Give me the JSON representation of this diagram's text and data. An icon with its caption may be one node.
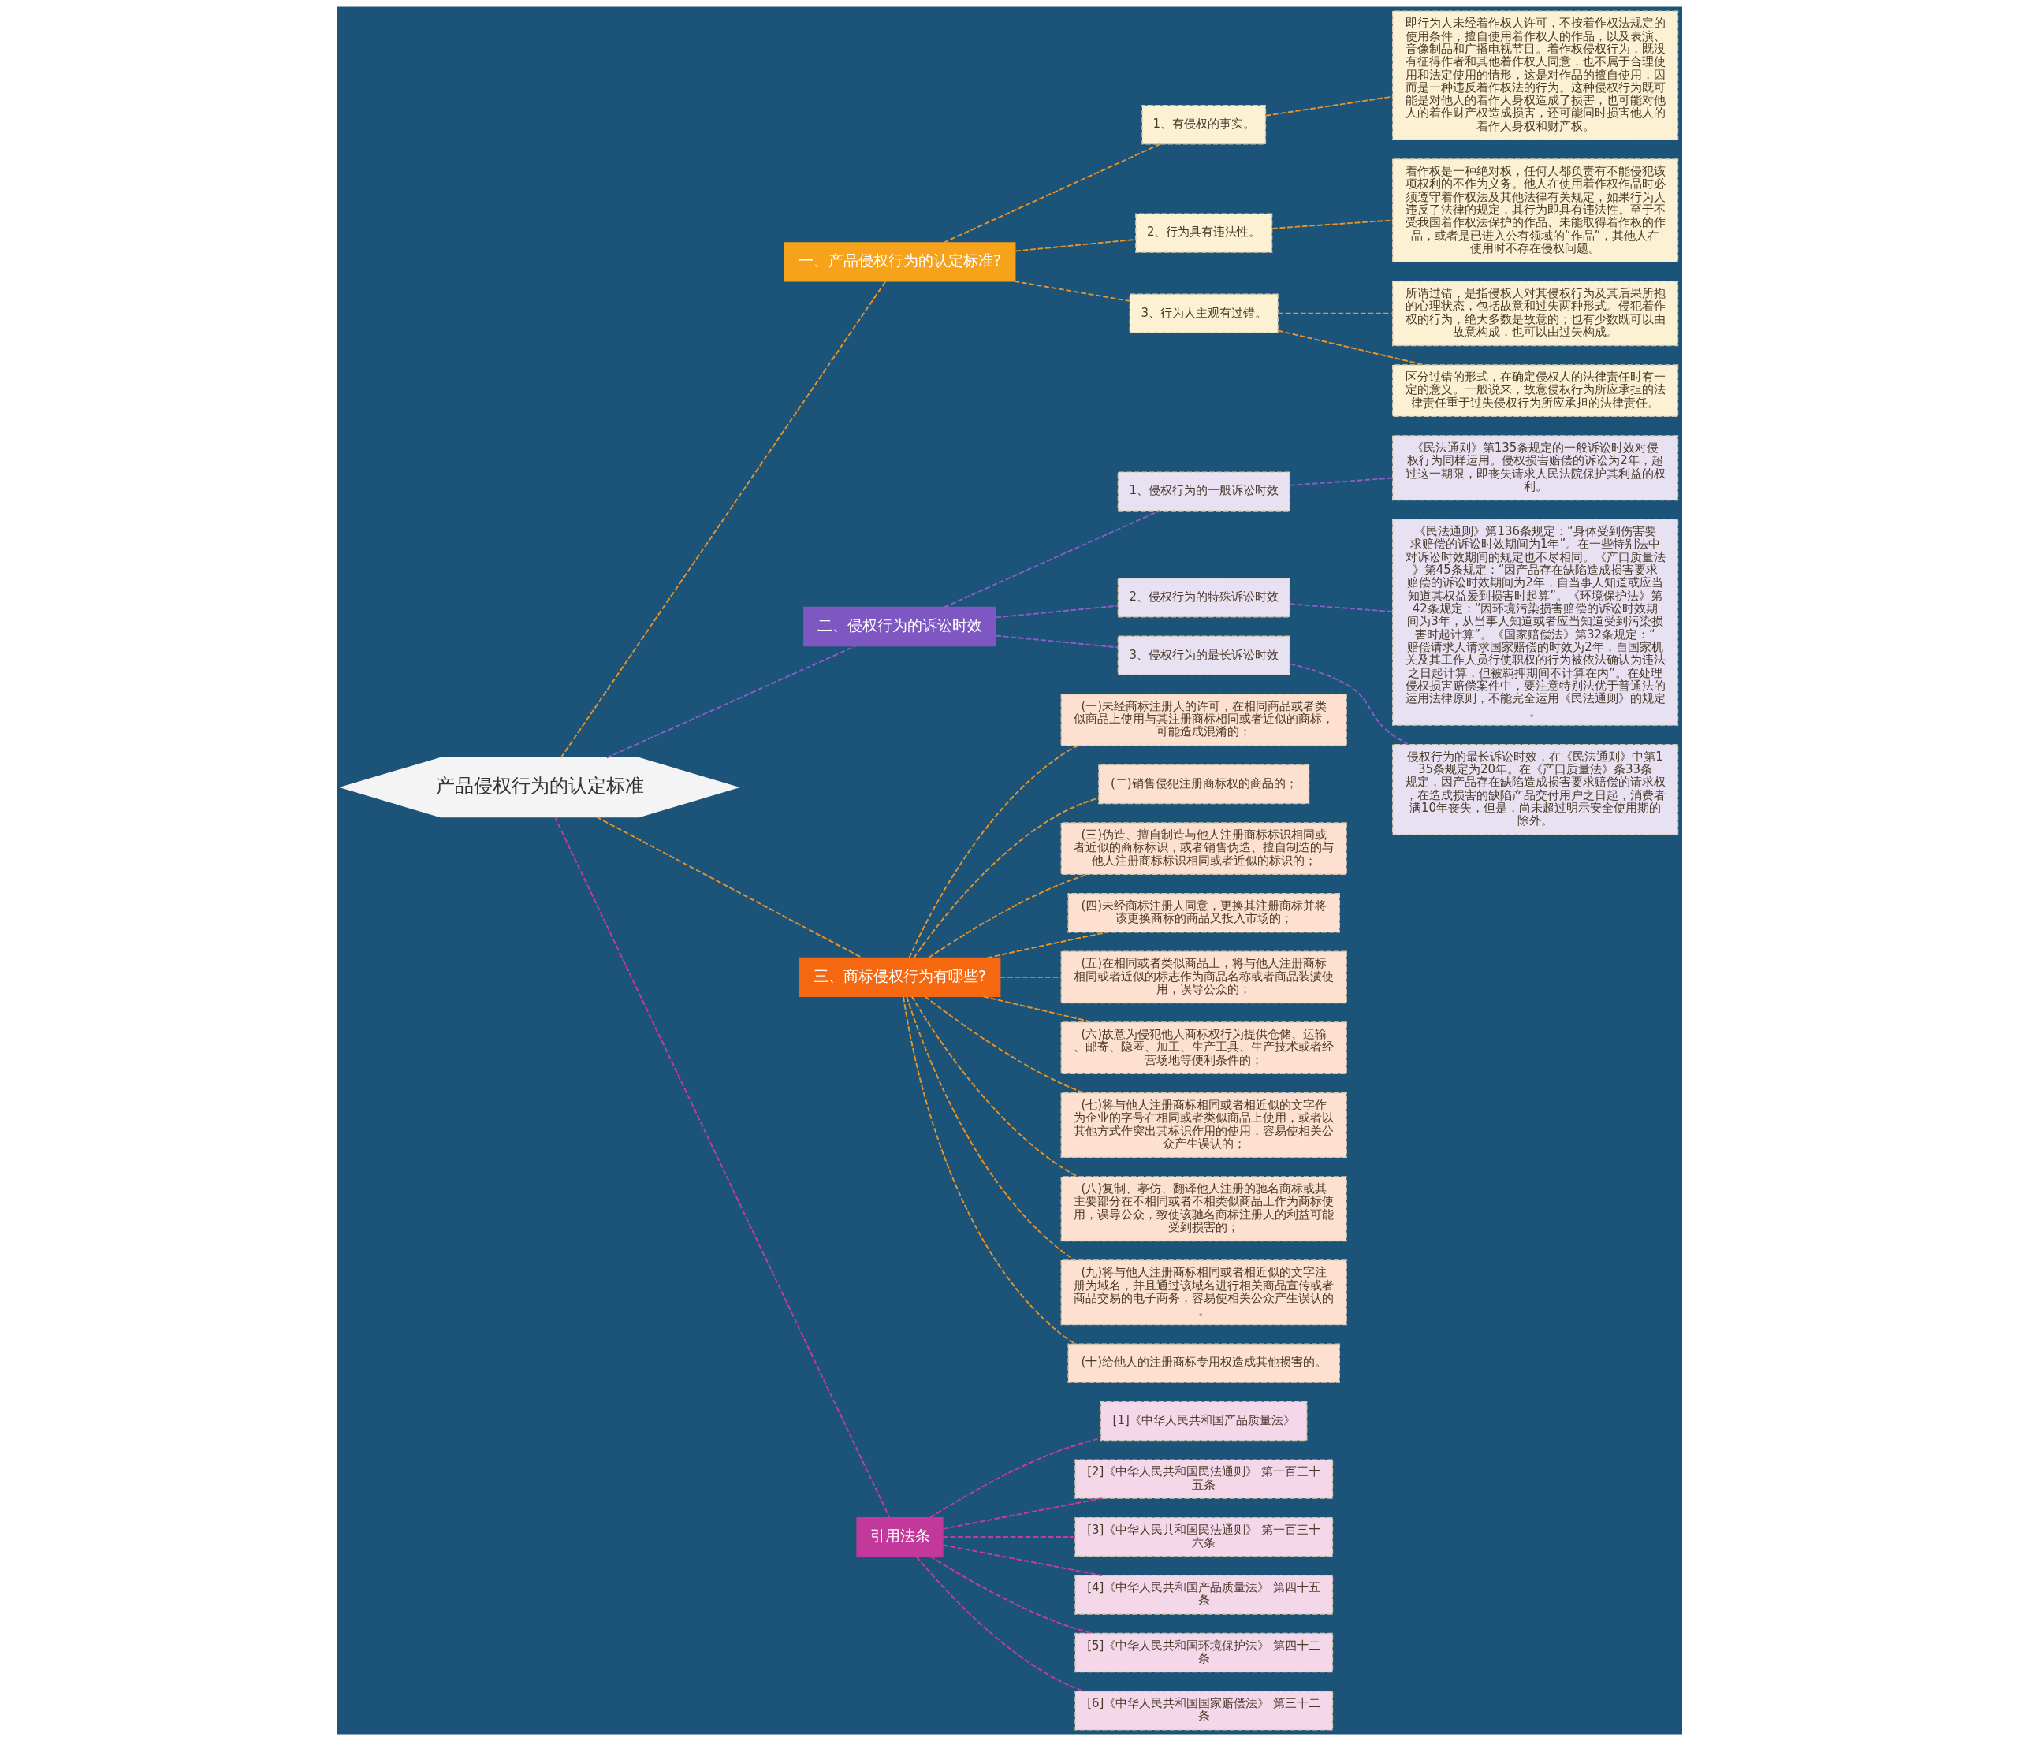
{
  "diagram": {
    "nodes": [
      {
        "text": [
          "产品侵权行为的认定标准"
        ]
      },
      {
        "text": [
          "一、产品侵权行为的认定标准?"
        ]
      },
      {
        "text": [
          "1、有侵权的事实。"
        ]
      },
      {
        "text": [
          "即行为人未经着作权人许可，不按着作权法规定的使用条件，擅自使用着作权人的作品，以及表演、音像制品和广播电视节目。着作权侵权行为，既没有征得作者和其他着作权人同意，也不属于合理使用和法定使用的情形，这是对作品的擅自使用，因而是一种违反着作权法的行为。这种侵权行为既可能是对他人的着作人身权造成了损害，也可能对他人的着作财产权造成损害，还可能同时损害他人的着作人身权和财产权。"
        ]
      },
      {
        "text": [
          "2、行为具有违法性。"
        ]
      },
      {
        "text": [
          "着作权是一种绝对权，任何人都负责有不能侵犯该项权利的不作为义务。他人在使用着作权作品时必须遵守着作权法及其他法律有关规定，如果行为人违反了法律的规定，其行为即具有违法性。至于不受我国着作权法保护的作品、未能取得着作权的作品，或者是已进入公有领域的“作品”，其他人在使用时不存在侵权问题。"
        ]
      },
      {
        "text": [
          "3、行为人主观有过错。"
        ]
      },
      {
        "text": [
          "所谓过错，是指侵权人对其侵权行为及其后果所抱的心理状态，包括故意和过失两种形式。侵犯着作权的行为，绝大多数是故意的；也有少数既可以由故意构成，也可以由过失构成。"
        ]
      },
      {
        "text": [
          "区分过错的形式，在确定侵权人的法律责任时有一定的意义。一般说来，故意侵权行为所应承担的法律责任重于过失侵权行为所应承担的法律责任。"
        ]
      },
      {
        "text": [
          "二、侵权行为的诉讼时效"
        ]
      },
      {
        "text": [
          "1、侵权行为的一般诉讼时效"
        ]
      },
      {
        "text": [
          "《民法通则》第135条规定的一般诉讼时效对侵权行为同样运用。侵权损害赔偿的诉讼为2年，超过这一期限，即丧失请求人民法院保护其利益的权利。"
        ]
      },
      {
        "text": [
          "2、侵权行为的特殊诉讼时效"
        ]
      },
      {
        "text": [
          "《民法通则》第136条规定：“身体受到伤害要求赔偿的诉讼时效期间为1年”。在一些特别法中对诉讼时效期间的规定也不尽相同。《产口质量法》第45条规定：“因产品存在缺陷造成损害要求赔偿的诉讼时效期间为2年，自当事人知道或应当知道其权益爰到损害时起算”。《环境保护法》第42条规定：“因环境污染损害赔偿的诉讼时效期间为3年，从当事人知道或者应当知道受到污染损害时起计算”。《国家赔偿法》第32条规定：“赔偿请求人请求国家赔偿的时效为2年，自国家机关及其工作人员行使职权的行为被依法确认为违法之日起计算，但被羁押期间不计算在内”。在处理侵权损害赔偿案件中，要注意特别法优于普通法的运用法律原则，不能完全运用《民法通则》的规定。"
        ]
      },
      {
        "text": [
          "3、侵权行为的最长诉讼时效"
        ]
      },
      {
        "text": [
          "侵权行为的最长诉讼时效，在《民法通则》中第135条规定为20年。在《产口质量法》条33条规定，因产品存在缺陷造成损害要求赔偿的请求权，在造成损害的缺陷产品交付用户之日起，消费者满10年丧失，但是，尚未超过明示安全使用期的除外。"
        ]
      },
      {
        "text": [
          "三、商标侵权行为有哪些?"
        ]
      },
      {
        "text": [
          "(一)未经商标注册人的许可，在相同商品或者类似商品上使用与其注册商标相同或者近似的商标，可能造成混淆的；"
        ]
      },
      {
        "text": [
          "(二)销售侵犯注册商标权的商品的；"
        ]
      },
      {
        "text": [
          "(三)伪造、擅自制造与他人注册商标标识相同或者近似的商标标识，或者销售伪造、擅自制造的与他人注册商标标识相同或者近似的标识的；"
        ]
      },
      {
        "text": [
          "(四)未经商标注册人同意，更换其注册商标并将该更换商标的商品又投入市场的；"
        ]
      },
      {
        "text": [
          "(五)在相同或者类似商品上，将与他人注册商标相同或者近似的标志作为商品名称或者商品装潢使用，误导公众的；"
        ]
      },
      {
        "text": [
          "(六)故意为侵犯他人商标权行为提供仓储、运输、邮寄、隐匿、加工、生产工具、生产技术或者经营场地等便利条件的；"
        ]
      },
      {
        "text": [
          "(七)将与他人注册商标相同或者相近似的文字作为企业的字号在相同或者类似商品上使用，或者以其他方式作突出其标识作用的使用，容易使相关公众产生误认的；"
        ]
      },
      {
        "text": [
          "(八)复制、摹仿、翻译他人注册的驰名商标或其主要部分在不相同或者不相类似商品上作为商标使用，误导公众，致使该驰名商标注册人的利益可能受到损害的；"
        ]
      },
      {
        "text": [
          "(九)将与他人注册商标相同或者相近似的文字注册为域名，并且通过该域名进行相关商品宣传或者商品交易的电子商务，容易使相关公众产生误认的。"
        ]
      },
      {
        "text": [
          "(十)给他人的注册商标专用权造成其他损害的。"
        ]
      },
      {
        "text": [
          "引用法条"
        ]
      },
      {
        "text": [
          "[1]《中华人民共和国产品质量法》"
        ]
      },
      {
        "text": [
          "[2]《中华人民共和国民法通则》 第一百三十五条"
        ]
      },
      {
        "text": [
          "[3]《中华人民共和国民法通则》 第一百三十六条"
        ]
      },
      {
        "text": [
          "[4]《中华人民共和国产品质量法》 第四十五条"
        ]
      },
      {
        "text": [
          "[5]《中华人民共和国环境保护法》 第四十二条"
        ]
      },
      {
        "text": [
          "[6]《中华人民共和国国家赔偿法》 第三十二条"
        ]
      }
    ],
    "edges": [
      {
        "from": 0,
        "to": 1,
        "arrow": "none",
        "style": "dashed"
      },
      {
        "from": 1,
        "to": 2,
        "arrow": "none",
        "style": "dashed"
      },
      {
        "from": 2,
        "to": 3,
        "arrow": "none",
        "style": "dashed"
      },
      {
        "from": 1,
        "to": 4,
        "arrow": "none",
        "style": "dashed"
      },
      {
        "from": 4,
        "to": 5,
        "arrow": "none",
        "style": "dashed"
      },
      {
        "from": 1,
        "to": 6,
        "arrow": "none",
        "style": "dashed"
      },
      {
        "from": 6,
        "to": 7,
        "arrow": "none",
        "style": "dashed"
      },
      {
        "from": 6,
        "to": 8,
        "arrow": "none",
        "style": "dashed"
      },
      {
        "from": 0,
        "to": 9,
        "arrow": "none",
        "style": "dashed",
        "color": "#8e5cc9"
      },
      {
        "from": 9,
        "to": 10,
        "arrow": "none",
        "style": "dashed",
        "color": "#8e5cc9"
      },
      {
        "from": 10,
        "to": 11,
        "arrow": "none",
        "style": "dashed",
        "color": "#8e5cc9"
      },
      {
        "from": 9,
        "to": 12,
        "arrow": "none",
        "style": "dashed",
        "color": "#8e5cc9"
      },
      {
        "from": 12,
        "to": 13,
        "arrow": "none",
        "style": "dashed",
        "color": "#8e5cc9"
      },
      {
        "from": 9,
        "to": 14,
        "arrow": "none",
        "style": "dashed",
        "color": "#8e5cc9"
      },
      {
        "from": 14,
        "to": 15,
        "arrow": "none",
        "style": "dashed",
        "color": "#8e5cc9"
      },
      {
        "from": 0,
        "to": 16,
        "arrow": "none",
        "style": "dashed"
      },
      {
        "from": 16,
        "to": 17,
        "arrow": "none",
        "style": "dashed"
      },
      {
        "from": 16,
        "to": 18,
        "arrow": "none",
        "style": "dashed"
      },
      {
        "from": 16,
        "to": 19,
        "arrow": "none",
        "style": "dashed"
      },
      {
        "from": 16,
        "to": 20,
        "arrow": "none",
        "style": "dashed"
      },
      {
        "from": 16,
        "to": 21,
        "arrow": "none",
        "style": "dashed"
      },
      {
        "from": 16,
        "to": 22,
        "arrow": "none",
        "style": "dashed"
      },
      {
        "from": 16,
        "to": 23,
        "arrow": "none",
        "style": "dashed"
      },
      {
        "from": 16,
        "to": 24,
        "arrow": "none",
        "style": "dashed"
      },
      {
        "from": 16,
        "to": 25,
        "arrow": "none",
        "style": "dashed"
      },
      {
        "from": 16,
        "to": 26,
        "arrow": "none",
        "style": "dashed"
      },
      {
        "from": 0,
        "to": 27,
        "arrow": "none",
        "style": "dashed",
        "color": "#c93a9c"
      },
      {
        "from": 27,
        "to": 28,
        "arrow": "none",
        "style": "dashed",
        "color": "#c93a9c"
      },
      {
        "from": 27,
        "to": 29,
        "arrow": "none",
        "style": "dashed",
        "color": "#c93a9c"
      },
      {
        "from": 27,
        "to": 30,
        "arrow": "none",
        "style": "dashed",
        "color": "#c93a9c"
      },
      {
        "from": 27,
        "to": 31,
        "arrow": "none",
        "style": "dashed",
        "color": "#c93a9c"
      },
      {
        "from": 27,
        "to": 32,
        "arrow": "none",
        "style": "dashed",
        "color": "#c93a9c"
      },
      {
        "from": 27,
        "to": 33,
        "arrow": "none",
        "style": "dashed",
        "color": "#c93a9c"
      }
    ]
  }
}
